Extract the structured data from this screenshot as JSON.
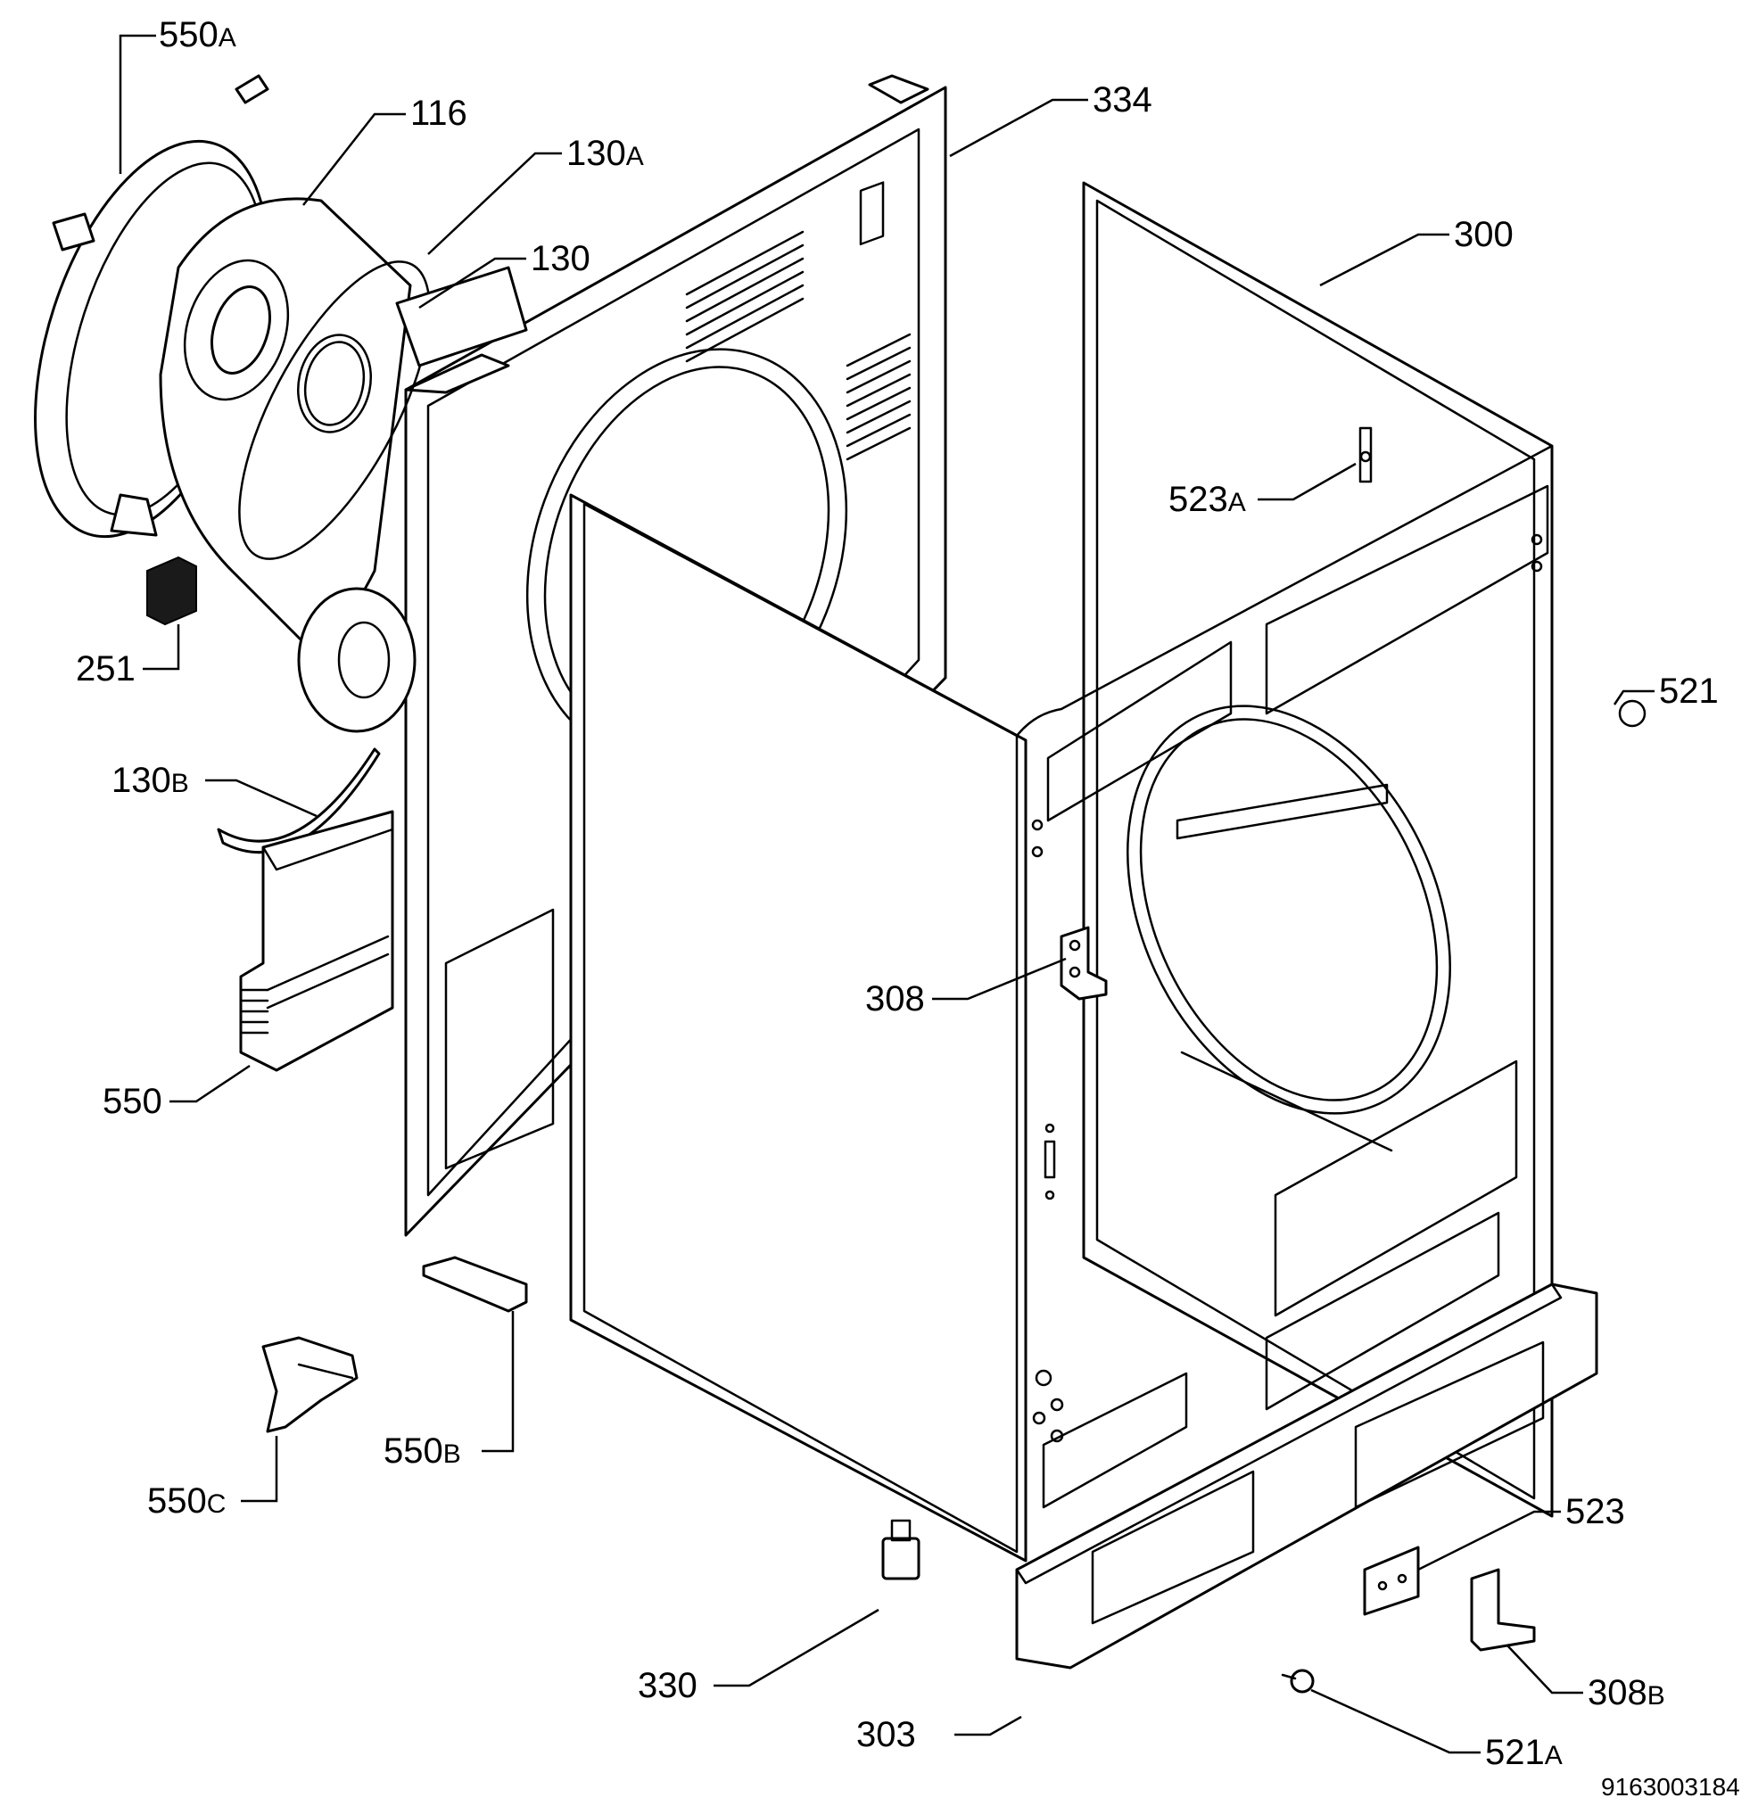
{
  "diagram": {
    "callouts": {
      "c550A": {
        "num": "550",
        "suffix": "A"
      },
      "c116": {
        "num": "116",
        "suffix": ""
      },
      "c130A": {
        "num": "130",
        "suffix": "A"
      },
      "c130": {
        "num": "130",
        "suffix": ""
      },
      "c334": {
        "num": "334",
        "suffix": ""
      },
      "c300": {
        "num": "300",
        "suffix": ""
      },
      "c523A": {
        "num": "523",
        "suffix": "A"
      },
      "c521": {
        "num": "521",
        "suffix": ""
      },
      "c251": {
        "num": "251",
        "suffix": ""
      },
      "c130B": {
        "num": "130",
        "suffix": "B"
      },
      "c308": {
        "num": "308",
        "suffix": ""
      },
      "c550": {
        "num": "550",
        "suffix": ""
      },
      "c550B": {
        "num": "550",
        "suffix": "B"
      },
      "c550C": {
        "num": "550",
        "suffix": "C"
      },
      "c523": {
        "num": "523",
        "suffix": ""
      },
      "c330": {
        "num": "330",
        "suffix": ""
      },
      "c308B": {
        "num": "308",
        "suffix": "B"
      },
      "c303": {
        "num": "303",
        "suffix": ""
      },
      "c521A": {
        "num": "521",
        "suffix": "A"
      }
    },
    "reference_code": "9163003184"
  }
}
